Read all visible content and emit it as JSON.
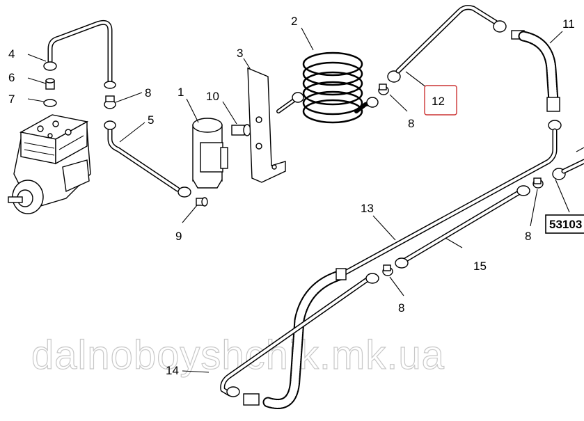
{
  "callouts": {
    "c1": "1",
    "c2": "2",
    "c3": "3",
    "c4": "4",
    "c5": "5",
    "c6": "6",
    "c7": "7",
    "c8a": "8",
    "c8b": "8",
    "c8c": "8",
    "c8d": "8",
    "c9": "9",
    "c10": "10",
    "c11": "11",
    "c12": "12",
    "c13": "13",
    "c14": "14",
    "c15": "15"
  },
  "reference_box": "53103",
  "watermark": "dalnoboyshchik.mk.ua",
  "colors": {
    "line": "#000000",
    "highlight": "#cc3333",
    "watermark": "#c8c8c8"
  }
}
